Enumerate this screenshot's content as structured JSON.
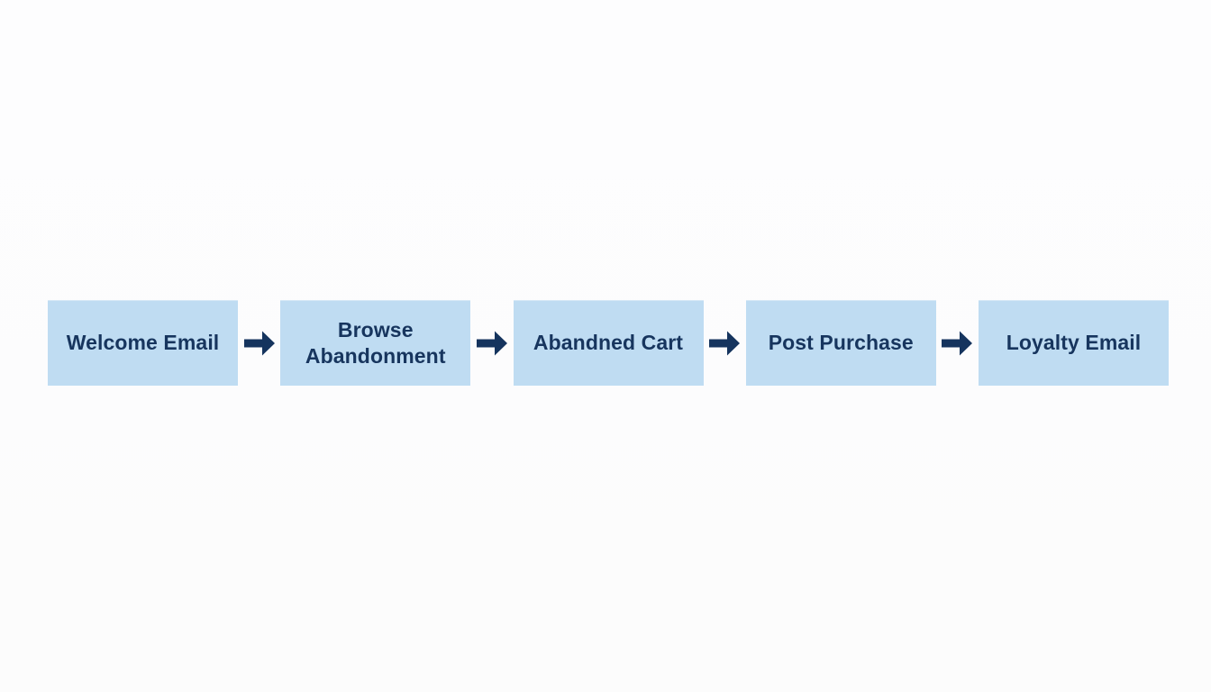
{
  "diagram": {
    "type": "flowchart",
    "direction": "left-to-right",
    "colors": {
      "background": "#fdfdfd",
      "node_fill": "#bfdcf2",
      "node_text": "#17355e",
      "arrow": "#15345e"
    },
    "nodes": [
      {
        "id": "welcome-email",
        "label": "Welcome Email"
      },
      {
        "id": "browse-abandonment",
        "label": "Browse Abandonment"
      },
      {
        "id": "abandned-cart",
        "label": "Abandned Cart"
      },
      {
        "id": "post-purchase",
        "label": "Post Purchase"
      },
      {
        "id": "loyalty-email",
        "label": "Loyalty Email"
      }
    ],
    "edges": [
      {
        "from": "welcome-email",
        "to": "browse-abandonment"
      },
      {
        "from": "browse-abandonment",
        "to": "abandned-cart"
      },
      {
        "from": "abandned-cart",
        "to": "post-purchase"
      },
      {
        "from": "post-purchase",
        "to": "loyalty-email"
      }
    ]
  }
}
